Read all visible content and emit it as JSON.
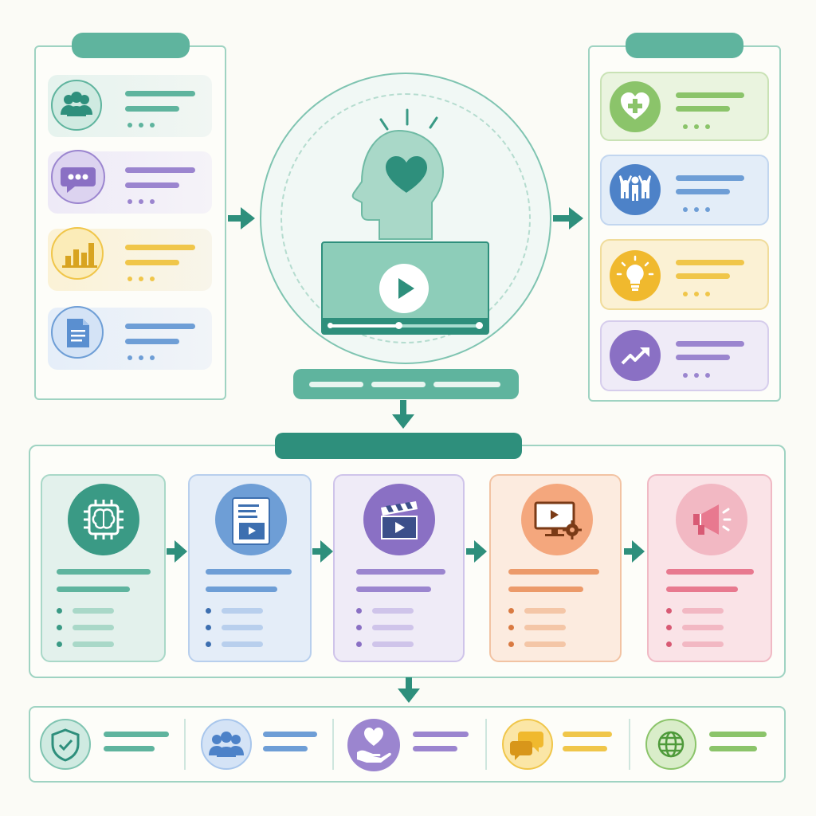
{
  "colors": {
    "teal": "#3a9a85",
    "teal_dark": "#2e8f7c",
    "teal_light": "#9fd3c2",
    "green": "#8bc46a",
    "blue": "#6e9ed6",
    "purple": "#9b85cf",
    "yellow": "#f0c64a",
    "orange": "#ec9a6a",
    "pink": "#e8798f",
    "background": "#fbfbf6"
  },
  "inputs": {
    "items": [
      {
        "icon": "people-group-icon",
        "color": "teal"
      },
      {
        "icon": "chat-bubble-icon",
        "color": "purple"
      },
      {
        "icon": "bar-chart-icon",
        "color": "yellow"
      },
      {
        "icon": "document-icon",
        "color": "blue"
      }
    ]
  },
  "center": {
    "icons": [
      "head-heart-icon",
      "video-player-icon",
      "play-icon"
    ],
    "video_progress": 0.45
  },
  "outcomes": {
    "items": [
      {
        "icon": "heart-plus-icon",
        "color": "green"
      },
      {
        "icon": "team-celebrate-icon",
        "color": "blue"
      },
      {
        "icon": "lightbulb-icon",
        "color": "yellow"
      },
      {
        "icon": "trend-up-icon",
        "color": "purple"
      }
    ]
  },
  "pipeline": {
    "steps": [
      {
        "icon": "ai-chip-brain-icon",
        "color": "teal"
      },
      {
        "icon": "script-video-icon",
        "color": "blue"
      },
      {
        "icon": "clapperboard-icon",
        "color": "purple"
      },
      {
        "icon": "monitor-gear-icon",
        "color": "orange"
      },
      {
        "icon": "megaphone-icon",
        "color": "pink"
      }
    ]
  },
  "values": {
    "items": [
      {
        "icon": "shield-check-icon",
        "color": "teal"
      },
      {
        "icon": "community-icon",
        "color": "blue"
      },
      {
        "icon": "hand-heart-icon",
        "color": "purple"
      },
      {
        "icon": "speech-bubbles-icon",
        "color": "yellow"
      },
      {
        "icon": "globe-icon",
        "color": "green"
      }
    ]
  }
}
